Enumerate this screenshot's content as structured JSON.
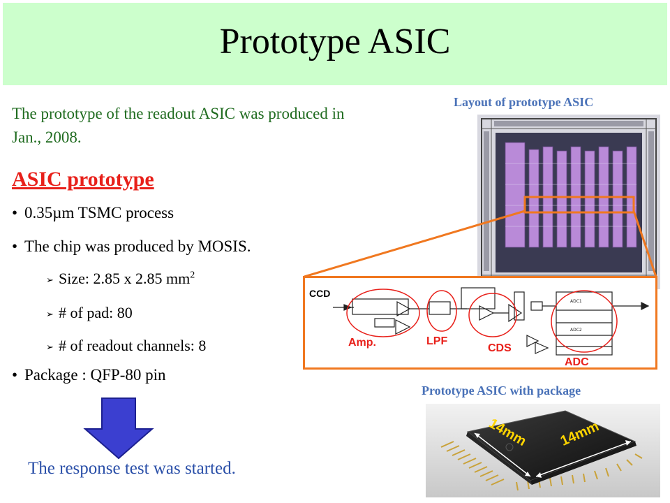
{
  "slide": {
    "title": "Prototype ASIC",
    "intro": "The prototype of the readout ASIC was produced in Jan., 2008.",
    "subheading": "ASIC prototype",
    "bullets": {
      "process": "0.35µm TSMC process",
      "produced": "The chip was produced by MOSIS.",
      "size_prefix": "Size: 2.85 x 2.85 mm",
      "size_exp": "2",
      "pads": "# of pad: 80",
      "channels": "# of readout channels:  8",
      "package": "Package :  QFP-80 pin"
    },
    "response": "The response test was started."
  },
  "figures": {
    "layout_caption": "Layout of prototype ASIC",
    "package_caption": "Prototype ASIC with package",
    "circuit_labels": {
      "ccd": "CCD",
      "amp": "Amp.",
      "lpf": "LPF",
      "cds": "CDS",
      "adc": "ADC"
    },
    "package_dim_left": "14mm",
    "package_dim_right": "14mm"
  },
  "colors": {
    "title_bg": "#ccffcc",
    "intro_text": "#1f6b1f",
    "subheading": "#e8201a",
    "caption": "#4a72b8",
    "response": "#2a4fa8",
    "arrow": "#3b3fd0",
    "highlight": "#f07820"
  }
}
